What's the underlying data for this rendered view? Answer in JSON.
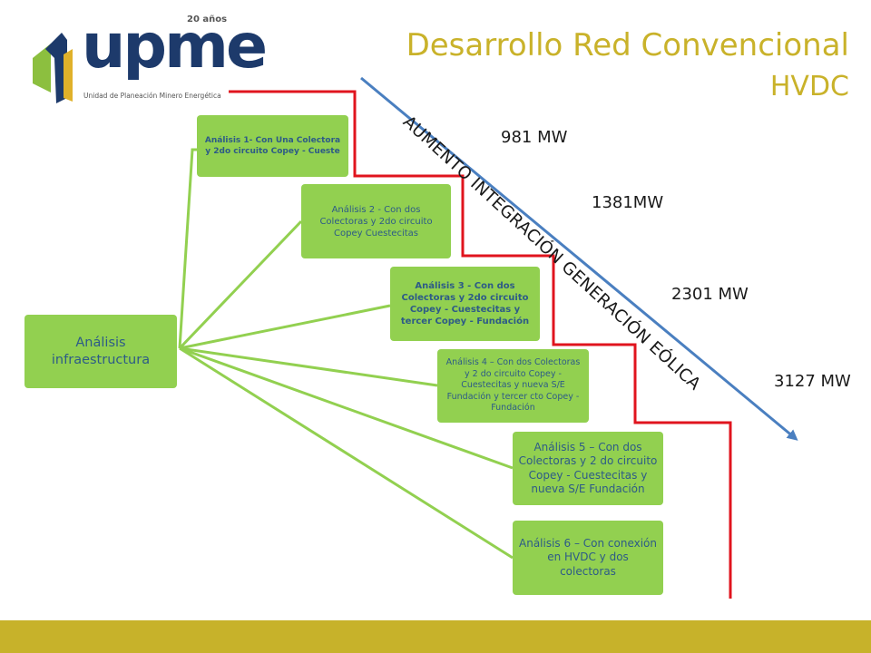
{
  "header": {
    "logo_text": "upme",
    "logo_badge": "20 años",
    "logo_subtitle": "Unidad de Planeación Minero Energética",
    "title": "Desarrollo Red Convencional",
    "subtitle": "HVDC"
  },
  "diagram": {
    "root": "Análisis infraestructura",
    "nodes": [
      "Análisis 1- Con Una Colectora y 2do circuito  Copey - Cueste",
      "Análisis 2 - Con dos Colectoras y 2do circuito Copey Cuestecitas",
      "Análisis 3 - Con dos Colectoras y 2do circuito Copey - Cuestecitas  y tercer Copey - Fundación",
      "Análisis 4 – Con dos Colectoras y 2 do circuito Copey - Cuestecitas  y nueva S/E Fundación y tercer cto Copey - Fundación",
      "Análisis 5 – Con dos Colectoras y 2 do circuito Copey - Cuestecitas  y nueva S/E Fundación",
      "Análisis 6 – Con conexión en HVDC y dos colectoras"
    ],
    "arrow_label": "AUMENTO INTEGRACIÓN GENERACIÓN EÓLICA",
    "mw_labels": [
      "981 MW",
      "1381MW",
      "2301 MW",
      "3127 MW"
    ]
  },
  "colors": {
    "box_fill": "#92d050",
    "box_text": "#2d5b87",
    "connector": "#92d050",
    "staircase": "#e0141e",
    "arrow": "#4a7fc0",
    "title": "#c9b22a",
    "footer": "#c7b22a"
  }
}
